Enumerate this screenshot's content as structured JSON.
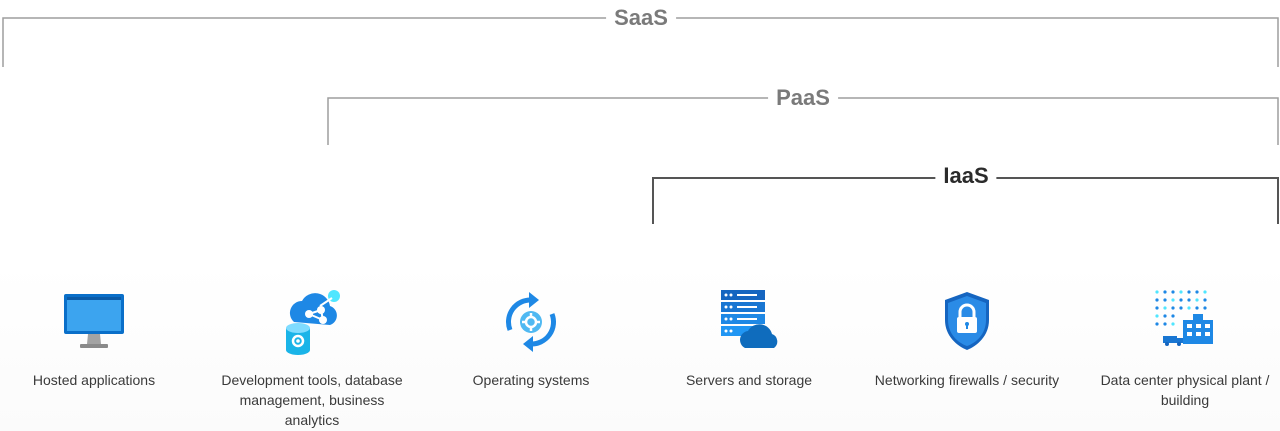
{
  "tiers": {
    "saas": "SaaS",
    "paas": "PaaS",
    "iaas": "IaaS"
  },
  "items": [
    {
      "label": "Hosted applications",
      "icon": "virtual-machine-icon"
    },
    {
      "label": "Development tools, database management, business analytics",
      "icon": "cloud-database-gear-icon"
    },
    {
      "label": "Operating systems",
      "icon": "sync-gear-icon"
    },
    {
      "label": "Servers and storage",
      "icon": "server-cloud-icon"
    },
    {
      "label": "Networking firewalls / security",
      "icon": "shield-lock-icon"
    },
    {
      "label": "Data center physical plant / building",
      "icon": "datacenter-building-icon"
    }
  ],
  "colors": {
    "bracket": "#9e9e9e",
    "bracket_dark": "#555555",
    "tier_text": "#7a7a7a",
    "tier_text_dark": "#2b2b2b",
    "icon_blue": "#0078d4",
    "icon_light_blue": "#50e6ff"
  }
}
